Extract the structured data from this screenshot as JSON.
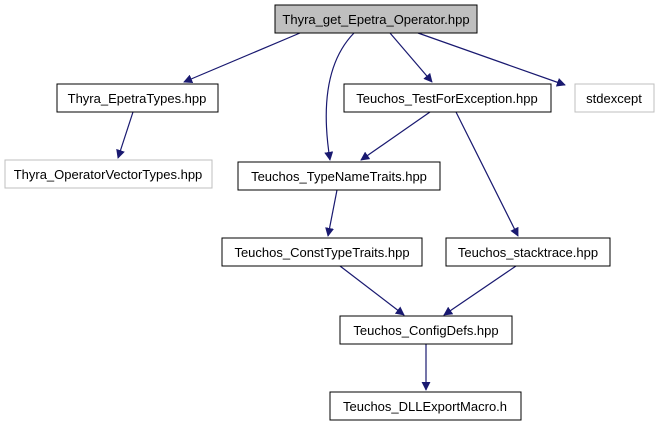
{
  "diagram": {
    "colors": {
      "edge": "#191970",
      "root_fill": "#bfbfbf",
      "node_fill": "#ffffff",
      "node_border": "#000000",
      "external_border": "#bfbfbf",
      "text": "#000000"
    },
    "nodes": [
      {
        "id": "thyra-get-epetra-operator",
        "label": "Thyra_get_Epetra_Operator.hpp",
        "kind": "root"
      },
      {
        "id": "thyra-epetra-types",
        "label": "Thyra_EpetraTypes.hpp",
        "kind": "normal"
      },
      {
        "id": "thyra-operator-vector-types",
        "label": "Thyra_OperatorVectorTypes.hpp",
        "kind": "external"
      },
      {
        "id": "teuchos-test-for-exception",
        "label": "Teuchos_TestForException.hpp",
        "kind": "normal"
      },
      {
        "id": "stdexcept",
        "label": "stdexcept",
        "kind": "external"
      },
      {
        "id": "teuchos-type-name-traits",
        "label": "Teuchos_TypeNameTraits.hpp",
        "kind": "normal"
      },
      {
        "id": "teuchos-const-type-traits",
        "label": "Teuchos_ConstTypeTraits.hpp",
        "kind": "normal"
      },
      {
        "id": "teuchos-stacktrace",
        "label": "Teuchos_stacktrace.hpp",
        "kind": "normal"
      },
      {
        "id": "teuchos-config-defs",
        "label": "Teuchos_ConfigDefs.hpp",
        "kind": "normal"
      },
      {
        "id": "teuchos-dll-export-macro",
        "label": "Teuchos_DLLExportMacro.h",
        "kind": "normal"
      }
    ],
    "edges": [
      {
        "from": "thyra-get-epetra-operator",
        "to": "thyra-epetra-types"
      },
      {
        "from": "thyra-get-epetra-operator",
        "to": "teuchos-type-name-traits"
      },
      {
        "from": "thyra-get-epetra-operator",
        "to": "teuchos-test-for-exception"
      },
      {
        "from": "thyra-get-epetra-operator",
        "to": "stdexcept"
      },
      {
        "from": "thyra-epetra-types",
        "to": "thyra-operator-vector-types"
      },
      {
        "from": "teuchos-test-for-exception",
        "to": "teuchos-type-name-traits"
      },
      {
        "from": "teuchos-test-for-exception",
        "to": "teuchos-stacktrace"
      },
      {
        "from": "teuchos-type-name-traits",
        "to": "teuchos-const-type-traits"
      },
      {
        "from": "teuchos-const-type-traits",
        "to": "teuchos-config-defs"
      },
      {
        "from": "teuchos-stacktrace",
        "to": "teuchos-config-defs"
      },
      {
        "from": "teuchos-config-defs",
        "to": "teuchos-dll-export-macro"
      }
    ]
  }
}
